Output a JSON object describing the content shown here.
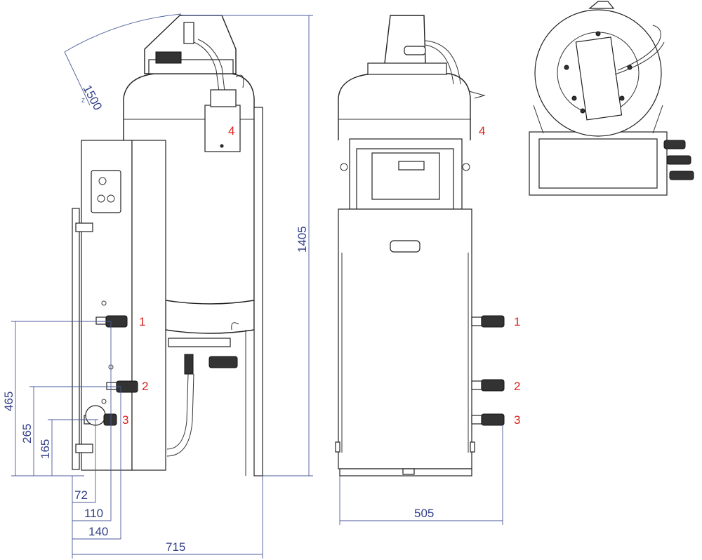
{
  "dimensions": {
    "radius": "1500",
    "height_total": "1405",
    "height_1": "465",
    "height_2": "265",
    "height_3": "165",
    "depth_72": "72",
    "depth_110": "110",
    "depth_140": "140",
    "depth_total": "715",
    "width_front": "505"
  },
  "callouts": {
    "side": [
      "1",
      "2",
      "3",
      "4"
    ],
    "front": [
      "1",
      "2",
      "3",
      "4"
    ]
  },
  "colors": {
    "dimension_lines": "#4a5a9a",
    "dimension_text": "#33408a",
    "callout_text": "#e0201c",
    "outline": "#222222"
  }
}
